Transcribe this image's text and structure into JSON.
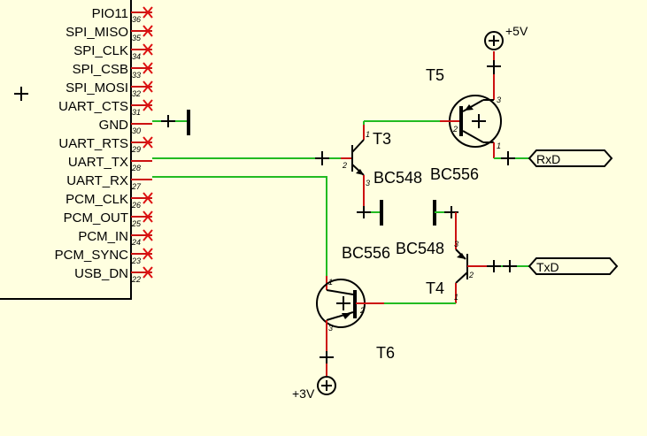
{
  "module": {
    "pins": [
      {
        "name": "PIO11",
        "num": "36",
        "nc": true
      },
      {
        "name": "SPI_MISO",
        "num": "35",
        "nc": true
      },
      {
        "name": "SPI_CLK",
        "num": "34",
        "nc": true
      },
      {
        "name": "SPI_CSB",
        "num": "33",
        "nc": true
      },
      {
        "name": "SPI_MOSI",
        "num": "32",
        "nc": true
      },
      {
        "name": "UART_CTS",
        "num": "31",
        "nc": true
      },
      {
        "name": "GND",
        "num": "30",
        "nc": false
      },
      {
        "name": "UART_RTS",
        "num": "29",
        "nc": true
      },
      {
        "name": "UART_TX",
        "num": "28",
        "nc": false
      },
      {
        "name": "UART_RX",
        "num": "27",
        "nc": false
      },
      {
        "name": "PCM_CLK",
        "num": "26",
        "nc": true
      },
      {
        "name": "PCM_OUT",
        "num": "25",
        "nc": true
      },
      {
        "name": "PCM_IN",
        "num": "24",
        "nc": true
      },
      {
        "name": "PCM_SYNC",
        "num": "23",
        "nc": true
      },
      {
        "name": "USB_DN",
        "num": "22",
        "nc": true
      }
    ]
  },
  "transistors": {
    "t3": {
      "name": "T3",
      "part": "BC548",
      "pins": {
        "collector": "1",
        "base": "2",
        "emitter": "3"
      }
    },
    "t4": {
      "name": "T4",
      "part": "BC548",
      "pins": {
        "collector": "1",
        "base": "2",
        "emitter": "3"
      }
    },
    "t5": {
      "name": "T5",
      "part": "BC556",
      "pins": {
        "collector": "1",
        "base": "2",
        "emitter": "3"
      }
    },
    "t6": {
      "name": "T6",
      "part": "BC556",
      "pins": {
        "collector": "1",
        "base": "2",
        "emitter": "3"
      }
    }
  },
  "power": {
    "vplus5": "+5V",
    "vplus3": "+3V"
  },
  "ports": {
    "rxd": "RxD",
    "txd": "TxD"
  },
  "symbols": {
    "power_icon": "circle-plus-icon",
    "port_icon": "hexagon-port-icon",
    "origin_icon": "crosshair-icon"
  },
  "colors": {
    "wire": "#22bb22",
    "pin": "#cc1111",
    "background": "#ffffe0"
  }
}
